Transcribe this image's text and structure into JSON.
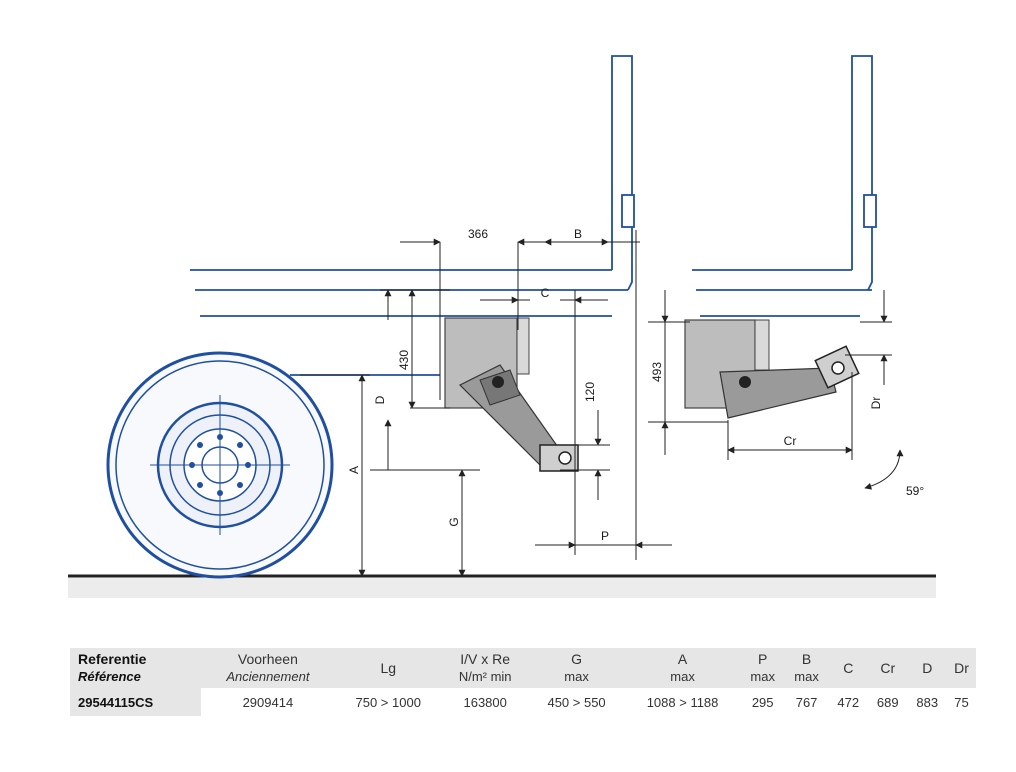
{
  "diagram": {
    "dimensions": {
      "d366": "366",
      "B": "B",
      "C": "C",
      "d430": "430",
      "D": "D",
      "A": "A",
      "d120": "120",
      "G": "G",
      "P": "P",
      "d493": "493",
      "Cr": "Cr",
      "Dr": "Dr",
      "angle": "59°"
    }
  },
  "table": {
    "headers": [
      {
        "main": "Referentie",
        "sub": "Référence"
      },
      {
        "main": "Voorheen",
        "sub": "Anciennement"
      },
      {
        "main": "Lg",
        "sub": ""
      },
      {
        "main": "I/V x Re",
        "sub": "N/m² min"
      },
      {
        "main": "G",
        "sub": "max"
      },
      {
        "main": "A",
        "sub": "max"
      },
      {
        "main": "P",
        "sub": "max"
      },
      {
        "main": "B",
        "sub": "max"
      },
      {
        "main": "C",
        "sub": ""
      },
      {
        "main": "Cr",
        "sub": ""
      },
      {
        "main": "D",
        "sub": ""
      },
      {
        "main": "Dr",
        "sub": ""
      }
    ],
    "row": [
      "29544115CS",
      "2909414",
      "750 > 1000",
      "163800",
      "450 > 550",
      "1088 > 1188",
      "295",
      "767",
      "472",
      "689",
      "883",
      "75"
    ]
  },
  "colors": {
    "outline_blue": "#1f4fa0",
    "dim_line": "#222222",
    "mount_gray": "#bdbdbd",
    "header_gray": "#e6e6e6"
  }
}
